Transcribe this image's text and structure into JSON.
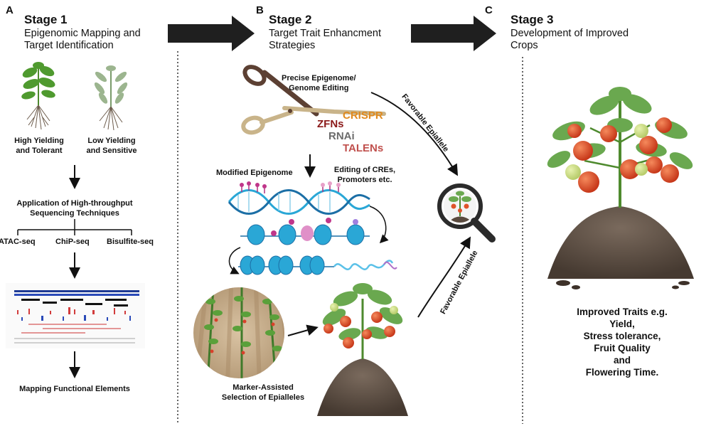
{
  "panels": [
    {
      "letter": "A",
      "stage": "Stage 1",
      "subtitle_lines": [
        "Epigenomic Mapping and",
        "Target Identification"
      ]
    },
    {
      "letter": "B",
      "stage": "Stage 2",
      "subtitle_lines": [
        "Target Trait Enhancment",
        "Strategies"
      ]
    },
    {
      "letter": "C",
      "stage": "Stage 3",
      "subtitle_lines": [
        "Development of Improved",
        "Crops"
      ]
    }
  ],
  "stage1": {
    "plant_high": [
      "High Yielding",
      "and Tolerant"
    ],
    "plant_low": [
      "Low Yielding",
      "and Sensitive"
    ],
    "sequencing_title": [
      "Application of High-throughput",
      "Sequencing Techniques"
    ],
    "techniques": [
      "ATAC-seq",
      "ChiP-seq",
      "Bisulfite-seq"
    ],
    "result": "Mapping Functional Elements"
  },
  "stage2": {
    "editing_title": [
      "Precise Epigenome/",
      "Genome Editing"
    ],
    "tools": [
      {
        "name": "ZFNs",
        "color": "#8b1a1a"
      },
      {
        "name": "CRISPR",
        "color": "#e08a1e"
      },
      {
        "name": "RNAi",
        "color": "#6b6b6b"
      },
      {
        "name": "TALENs",
        "color": "#c0504d"
      }
    ],
    "modified": "Modified Epigenome",
    "cres": [
      "Editing of CREs,",
      "Promoters etc."
    ],
    "mas": [
      "Marker-Assisted",
      "Selection of Epialleles"
    ],
    "favorable_1": "Favorable Epiallele",
    "favorable_2": "Favorable Epiallele"
  },
  "stage3": {
    "traits": [
      "Improved Traits e.g.",
      "Yield,",
      "Stress tolerance,",
      "Fruit Quality",
      "and",
      "Flowering Time."
    ]
  },
  "colors": {
    "arrow": "#1f1f1f",
    "scissors": "#5c4033",
    "scissors_handle": "#c9b48a",
    "dna": "#2aa7d6",
    "soil": "#5a4a3e",
    "leaf": "#6aa84f",
    "tomato": "#e0532a"
  }
}
